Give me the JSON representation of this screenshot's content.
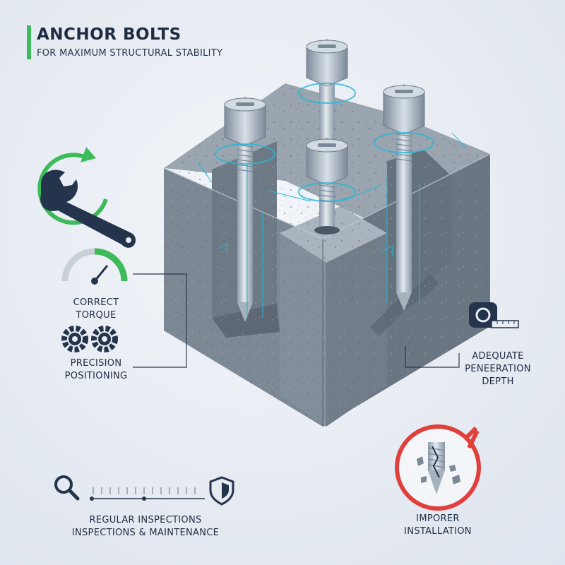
{
  "header": {
    "title": "ANCHOR BOLTS",
    "subtitle": "FOR MAXIMUM STRUCTURAL STABILITY"
  },
  "labels": {
    "torque": [
      "CORRECT",
      "TORQUE"
    ],
    "positioning": [
      "PRECISION",
      "POSITIONING"
    ],
    "penetration": [
      "ADEQUATE",
      "PENEERATION",
      "DEPTH"
    ],
    "inspections": [
      "REGULAR INSPECTIONS",
      "INSPECTIONS & MAINTENANCE"
    ],
    "improper": [
      "IMPORER",
      "INSTALLATION"
    ]
  },
  "colors": {
    "accent_green": "#3dbb5a",
    "warning_red": "#e0403c",
    "concrete": "#7b8794",
    "steel": "#b9c4cf",
    "cyan_guide": "#23b8d6",
    "ink": "#1e2c42"
  },
  "icons": {
    "wrench": "wrench-refresh-icon",
    "gauge": "torque-gauge-icon",
    "gears": "gears-icon",
    "tape": "tape-measure-icon",
    "magnifier": "magnifier-icon",
    "shield": "shield-icon",
    "prohibited": "prohibited-bolt-icon"
  }
}
